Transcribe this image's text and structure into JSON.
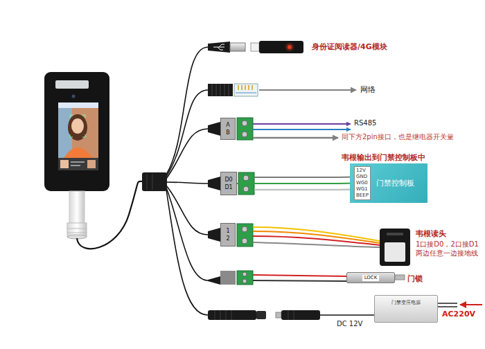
{
  "diagram": {
    "nodes": [
      {
        "text": [
          "A",
          "B"
        ]
      },
      {
        "text": [
          "D0",
          "D1"
        ]
      },
      {
        "text": [
          "门禁控制板"
        ]
      },
      {
        "text": [
          "12V",
          "GND",
          "WG0",
          "WG1",
          "BEEP"
        ],
        "in": 2
      },
      {
        "text": [
          "1",
          "2"
        ]
      },
      {
        "text": [
          "LOCK"
        ]
      },
      {
        "text": [
          "门禁变压电源"
        ]
      }
    ],
    "edges": [
      {
        "from": 1,
        "to": 3,
        "arrow": "none"
      }
    ],
    "labels": [
      "身份证阅读器/4G模块",
      "网络",
      "RS485",
      "同下方2pin接口，也是继电器开关量",
      "韦根输出到门禁控制板中",
      "韦根读头",
      "1口接D0，2口接D1 两边任意一边接地线",
      "门锁",
      "DC 12V",
      "AC220V"
    ]
  }
}
